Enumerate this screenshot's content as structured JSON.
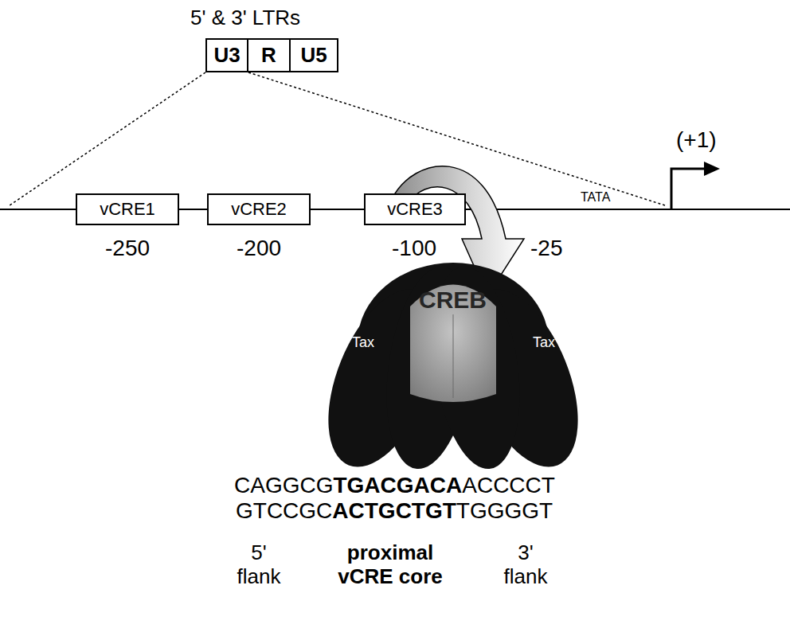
{
  "diagram": {
    "nodes": [
      {
        "text": [
          "U3"
        ]
      },
      {
        "text": [
          "R"
        ]
      },
      {
        "text": [
          "U5"
        ]
      },
      {
        "text": [
          "vCRE1"
        ]
      },
      {
        "text": [
          "vCRE2"
        ]
      },
      {
        "text": [
          "vCRE3"
        ]
      }
    ],
    "labels": [
      "5' & 3' LTRs",
      "-250",
      "-200",
      "-100",
      "-25",
      "TATA",
      "(+1)",
      "CREB",
      "Tax",
      "Tax",
      "CAGGCG",
      "TGACGACA",
      "ACCCCT",
      "GTCCGC",
      "ACTGCTGT",
      "TGGGGT",
      "5' flank",
      "proximal vCRE core",
      "3' flank"
    ]
  }
}
